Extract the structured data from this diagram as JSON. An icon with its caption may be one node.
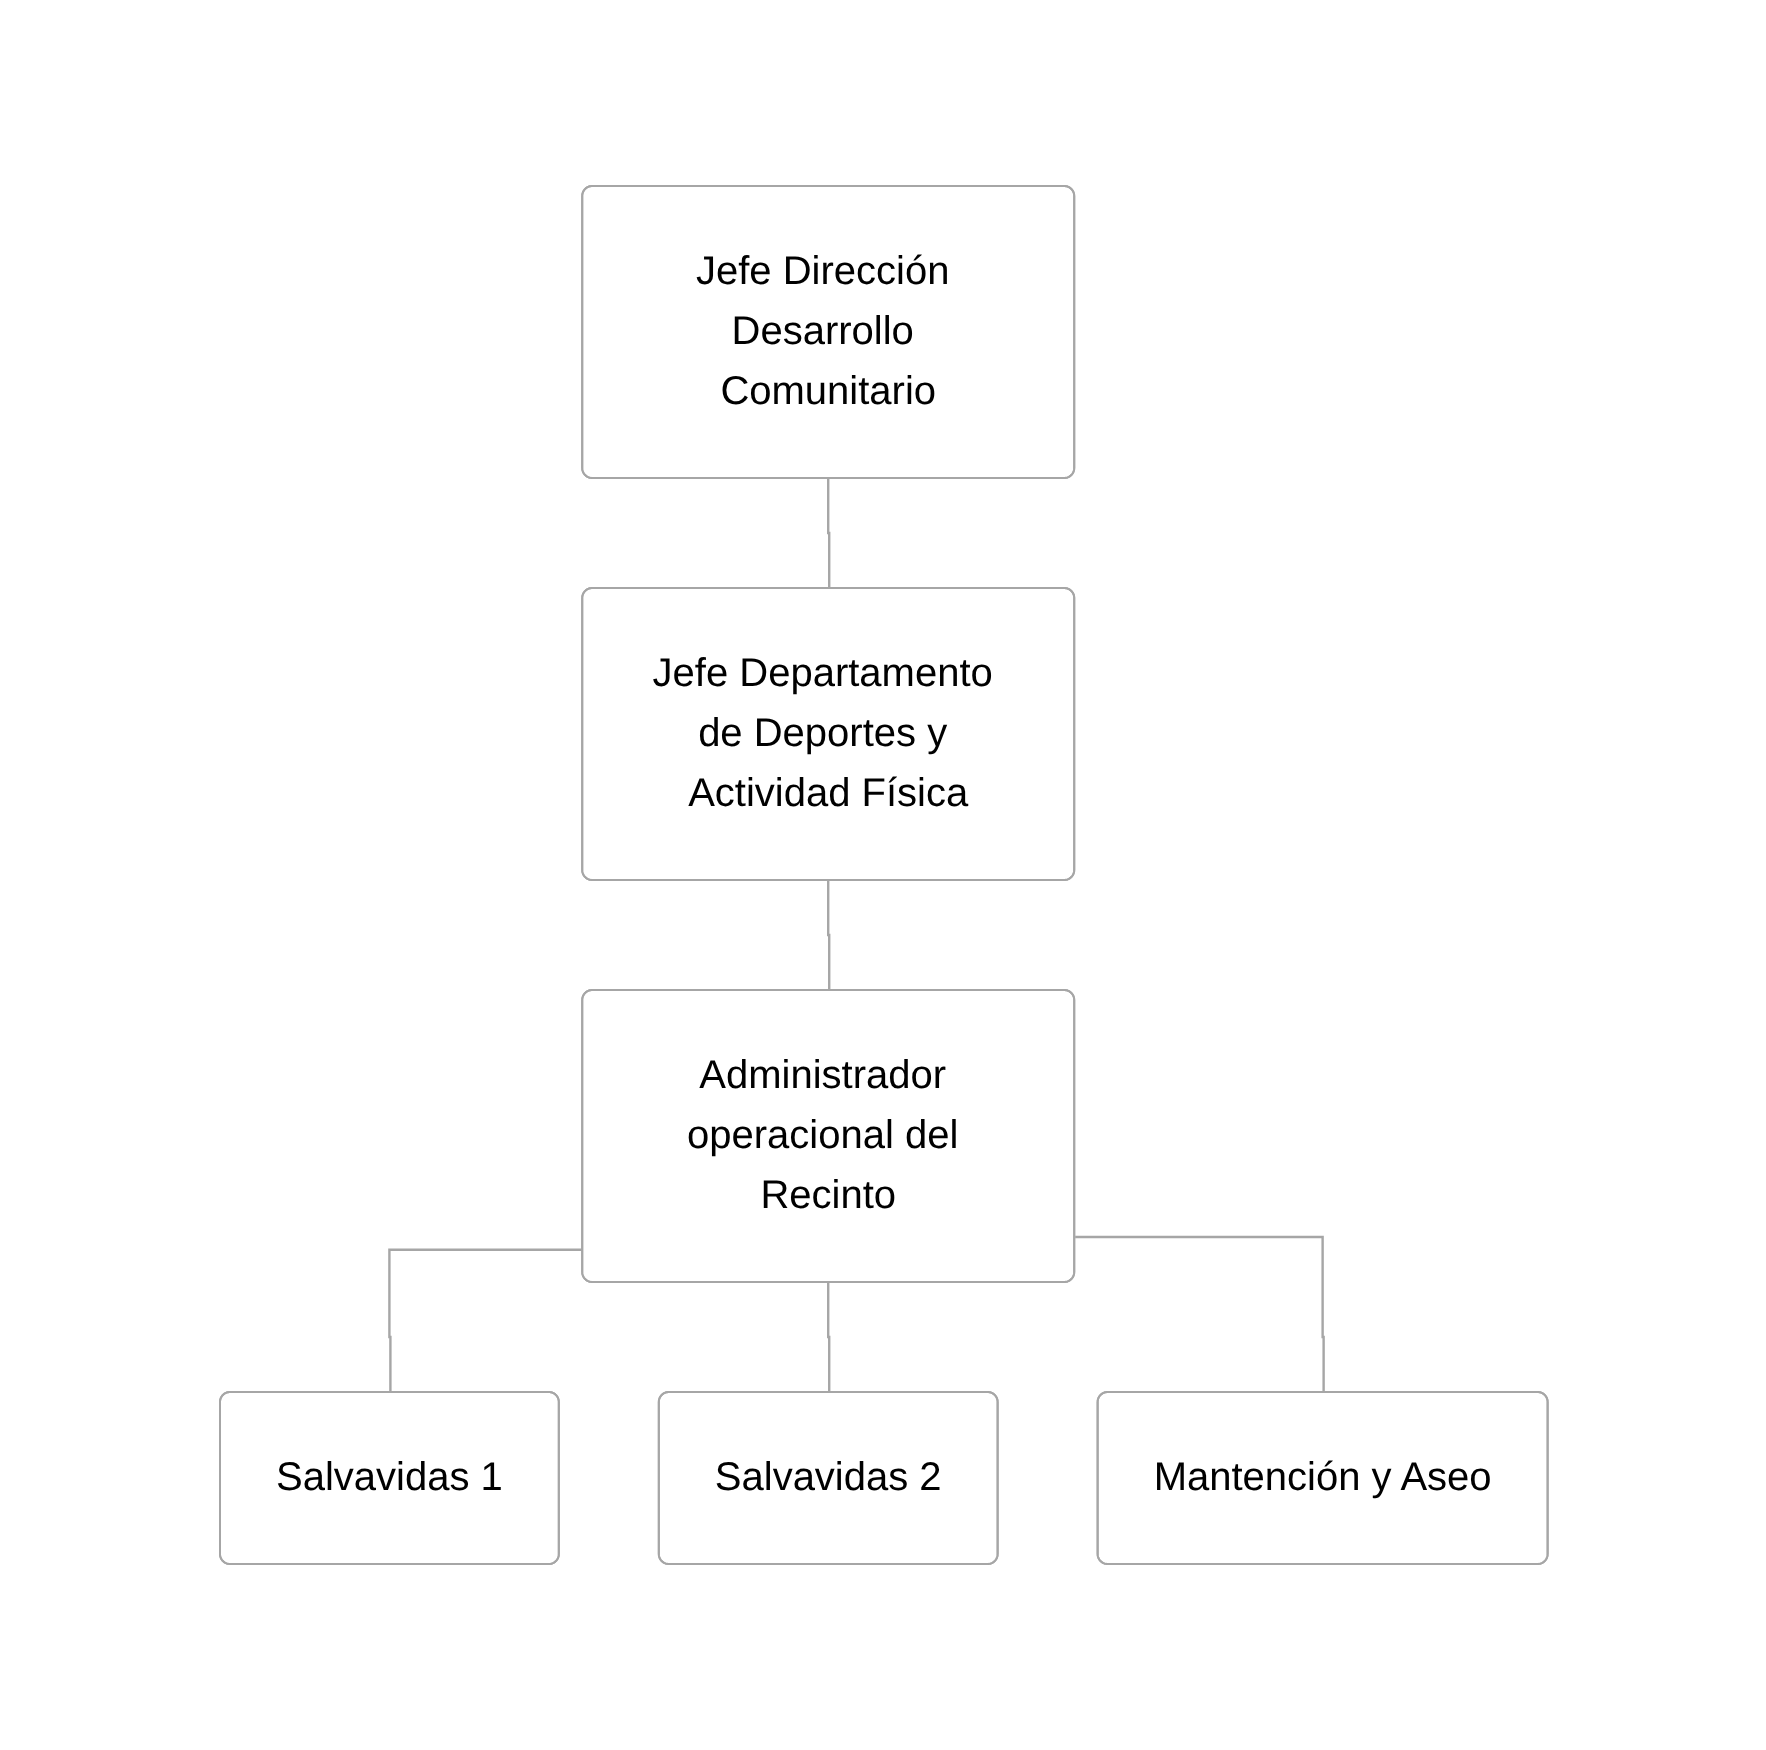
{
  "diagram": {
    "nodes": [
      {
        "text": [
          "Jefe Dirección Desarrollo Comunitario"
        ]
      },
      {
        "text": [
          "Jefe Departamento de Deportes y Actividad Física"
        ]
      },
      {
        "text": [
          "Administrador operacional del Recinto"
        ]
      },
      {
        "text": [
          "Salvavidas 1"
        ]
      },
      {
        "text": [
          "Salvavidas 2"
        ]
      },
      {
        "text": [
          "Mantención y Aseo"
        ]
      }
    ],
    "edges": [
      {
        "from": 0,
        "to": 1,
        "arrow": "none"
      },
      {
        "from": 1,
        "to": 2,
        "arrow": "none"
      },
      {
        "from": 2,
        "to": 3,
        "arrow": "none"
      },
      {
        "from": 2,
        "to": 4,
        "arrow": "none"
      },
      {
        "from": 2,
        "to": 5,
        "arrow": "none"
      }
    ]
  }
}
